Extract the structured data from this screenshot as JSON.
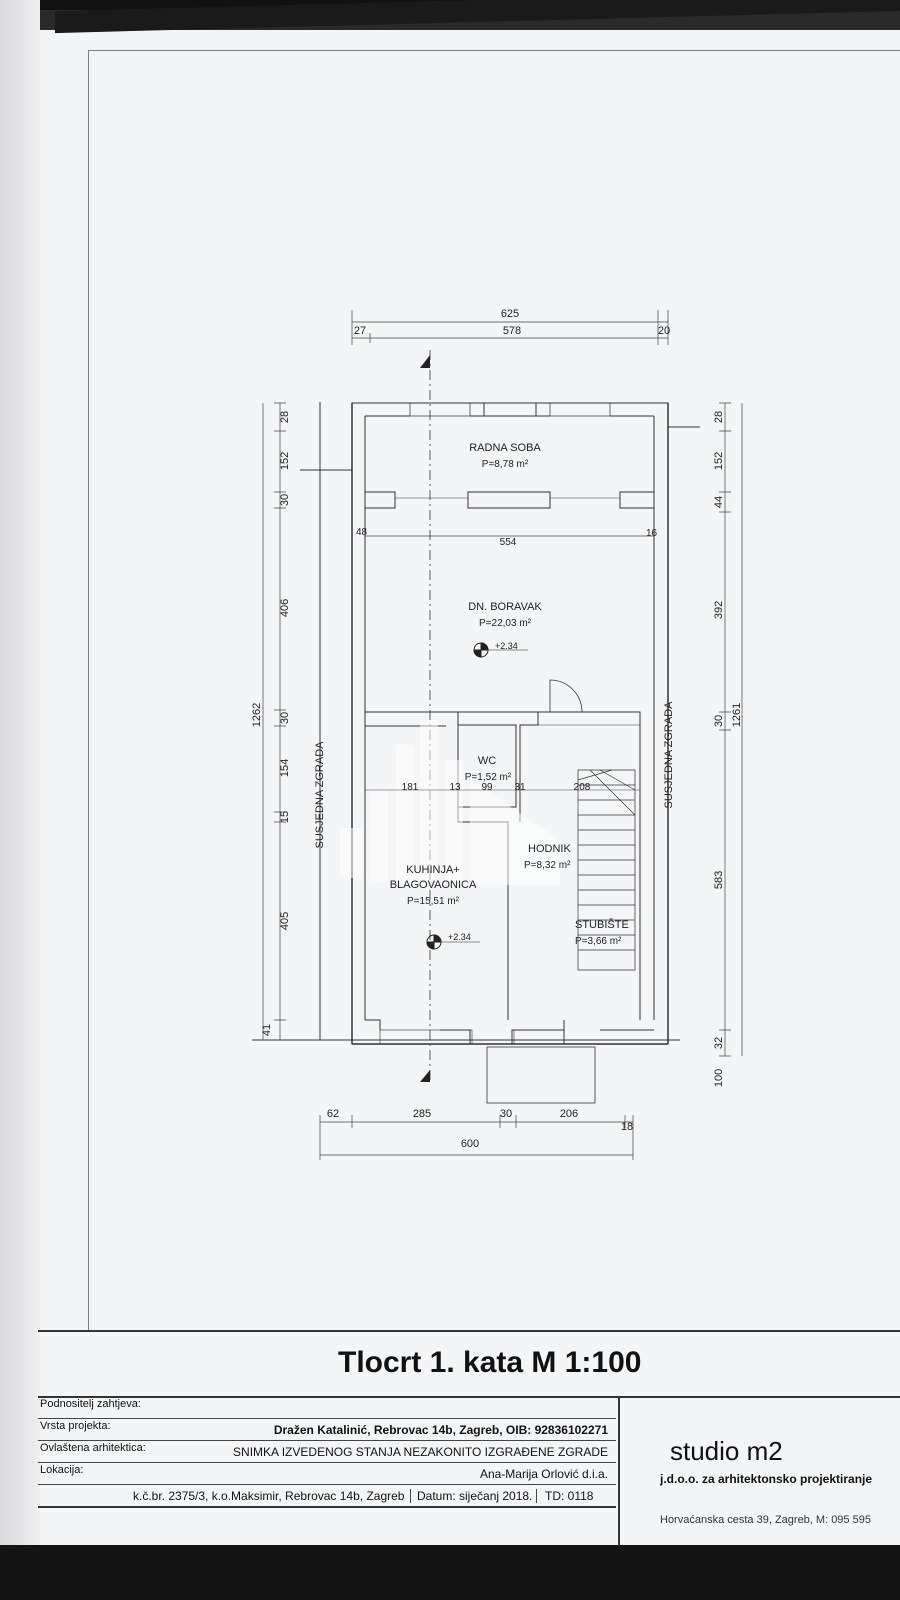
{
  "plan": {
    "rooms": {
      "radna_soba": {
        "name": "RADNA SOBA",
        "area": "P=8,78 m²"
      },
      "boravak": {
        "name": "DN. BORAVAK",
        "area": "P=22,03 m²",
        "level": "+2.34"
      },
      "wc": {
        "name": "WC",
        "area": "P=1,52 m²"
      },
      "kuhinja": {
        "name1": "KUHINJA+",
        "name2": "BLAGOVAONICA",
        "area": "P=15,51 m²",
        "level": "+2.34"
      },
      "hodnik": {
        "name": "HODNIK",
        "area": "P=8,32 m²"
      },
      "stubiste": {
        "name": "STUBIŠTE",
        "area": "P=3,66 m²"
      }
    },
    "neighbor_left": "SUSJEDNA ZGRADA",
    "neighbor_right": "SUSJEDNA ZGRADA",
    "dims_top": {
      "total": "625",
      "left": "27",
      "mid": "578",
      "right": "20"
    },
    "dims_bottom": {
      "d1": "62",
      "d2": "285",
      "d3": "30",
      "d4": "206",
      "d5": "18",
      "total": "600"
    },
    "dims_left": {
      "d1": "28",
      "d2": "152",
      "d3": "30",
      "d4": "406",
      "d5": "30",
      "d6": "154",
      "d7": "15",
      "d8": "405",
      "d9": "41",
      "total": "1262"
    },
    "dims_right": {
      "d1": "28",
      "d2": "152",
      "d3": "44",
      "d4": "392",
      "d5": "30",
      "d6": "583",
      "d7": "32",
      "d8": "100",
      "total": "1261"
    },
    "dims_inner": {
      "w1": "48",
      "w2": "554",
      "w3": "16",
      "k1": "181",
      "k2": "13",
      "k3": "99",
      "k4": "31",
      "k5": "208"
    }
  },
  "title": "Tlocrt 1. kata  M 1:100",
  "title_block": {
    "podnositelj_label": "Podnositelj zahtjeva:",
    "podnositelj_value": "Dražen Katalinić, Rebrovac 14b, Zagreb, OIB: 92836102271",
    "vrsta_label": "Vrsta projekta:",
    "vrsta_value": "SNIMKA IZVEDENOG STANJA NEZAKONITO IZGRAĐENE ZGRADE",
    "arhitekt_label": "Ovlaštena arhitektica:",
    "arhitekt_value": "Ana-Marija Orlović d.i.a.",
    "lokacija_label": "Lokacija:",
    "lokacija_value": "k.č.br. 2375/3, k.o.Maksimir, Rebrovac 14b, Zagreb",
    "datum": "Datum: siječanj 2018.",
    "td": "TD: 0118",
    "studio": "studio m2",
    "studio_sub": "j.d.o.o. za arhitektonsko projektiranje",
    "studio_addr": "Horvaćanska cesta 39, Zagreb, M: 095 595"
  }
}
